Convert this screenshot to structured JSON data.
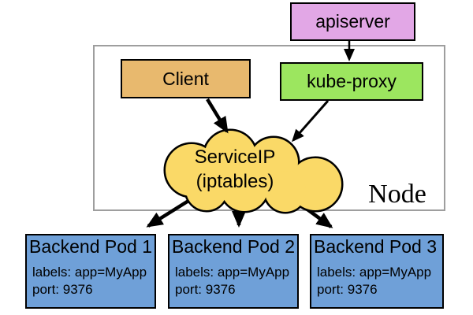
{
  "diagram": {
    "apiserver": {
      "label": "apiserver"
    },
    "client": {
      "label": "Client"
    },
    "kube_proxy": {
      "label": "kube-proxy"
    },
    "service_ip": {
      "line1": "ServiceIP",
      "line2": "(iptables)"
    },
    "node": {
      "label": "Node"
    },
    "pods": [
      {
        "title": "Backend Pod 1",
        "labels": "labels: app=MyApp",
        "port": "port: 9376"
      },
      {
        "title": "Backend Pod 2",
        "labels": "labels: app=MyApp",
        "port": "port: 9376"
      },
      {
        "title": "Backend Pod 3",
        "labels": "labels: app=MyApp",
        "port": "port: 9376"
      }
    ],
    "colors": {
      "apiserver_fill": "#E2A7E6",
      "client_fill": "#E8B96E",
      "kube_proxy_fill": "#9CE65F",
      "cloud_fill": "#FAD967",
      "pod_fill": "#6FA0D8",
      "node_border": "#9E9E9E",
      "box_border": "#000000",
      "arrow": "#000000"
    }
  }
}
